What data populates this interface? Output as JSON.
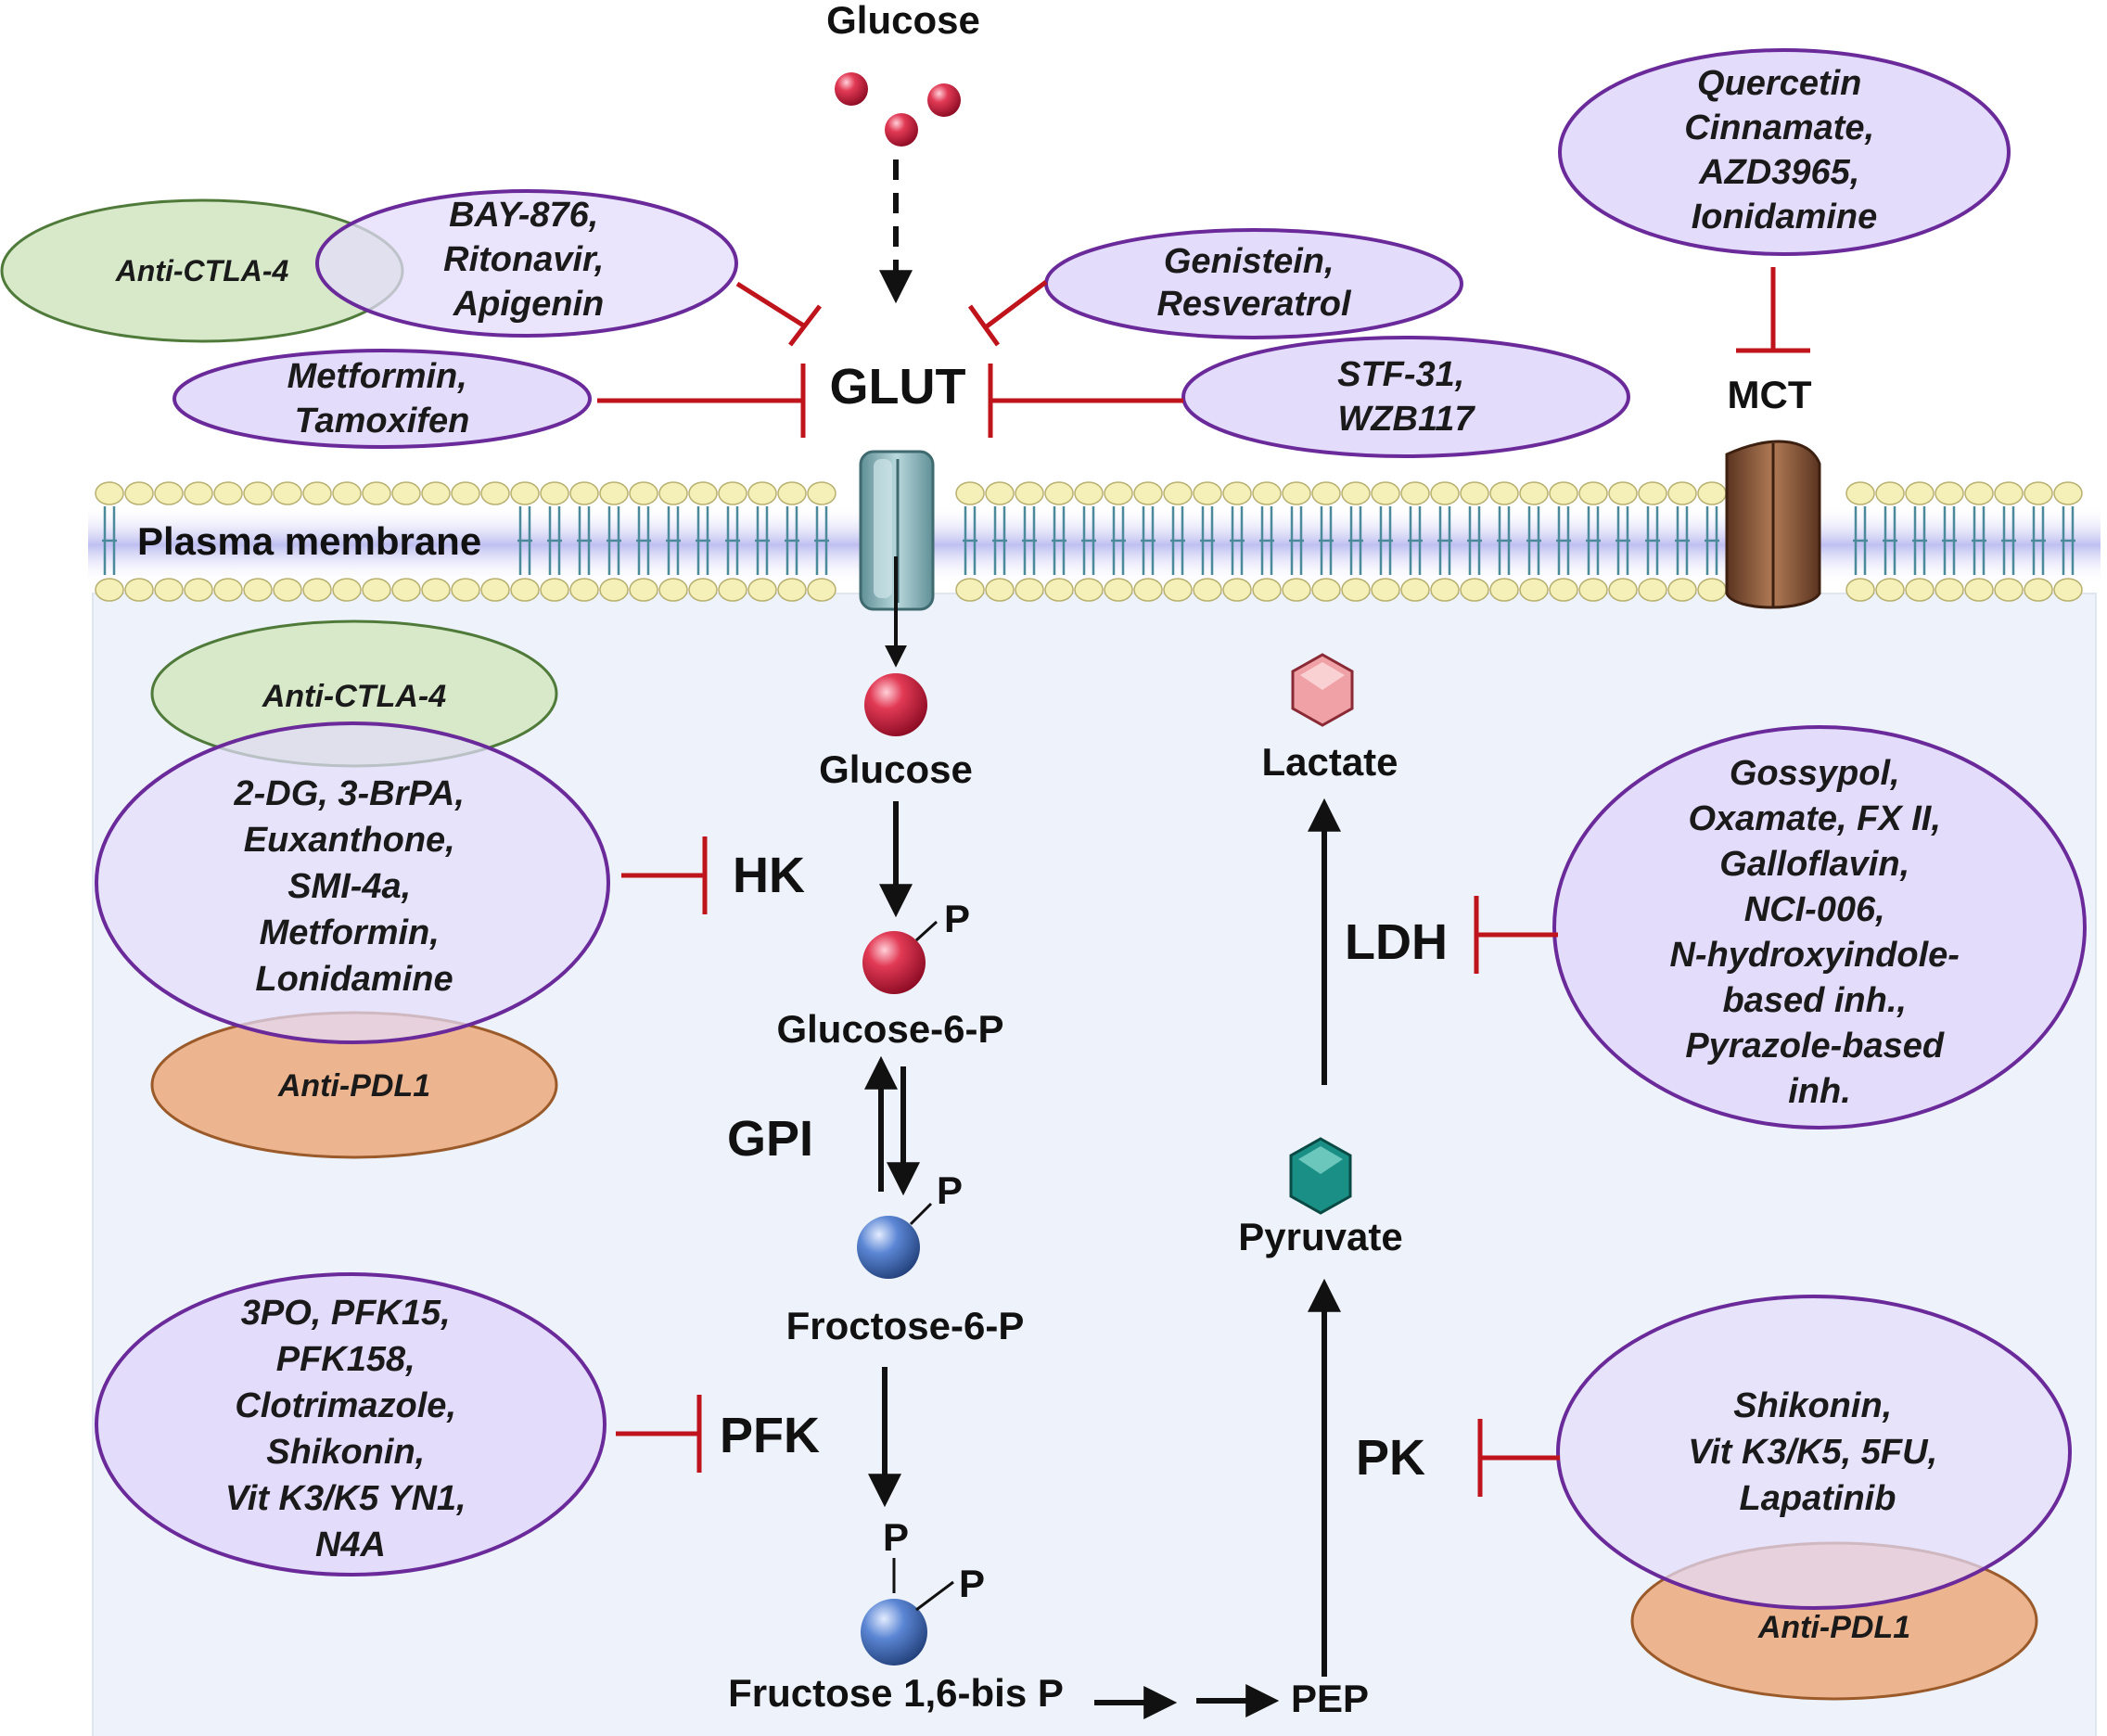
{
  "colors": {
    "cell": "#eef2fa",
    "inhibitor_fill": "#e3dcfb",
    "inhibitor_stroke": "#6a2a9a",
    "anti_ctla4_fill": "#d7e9c9",
    "anti_ctla4_stroke": "#4f7a3a",
    "anti_pdl1_fill": "#edb58f",
    "anti_pdl1_stroke": "#9a5a2a",
    "inhibition": "#c0141c",
    "glucose_red": "#d4133a",
    "phosphate_blue": "#3f6fc0",
    "lactate_pink": "#f0a1a6",
    "pyruvate_teal": "#1a8f86",
    "lipid_head": "#f4f0b8",
    "glut_channel": "#8fb8bf",
    "mct_channel": "#8a5a3c"
  },
  "labels": {
    "glucose_out": "Glucose",
    "glut": "GLUT",
    "mct": "MCT",
    "plasma_membrane": "Plasma membrane",
    "glucose_in": "Glucose",
    "glucose6p": "Glucose-6-P",
    "fructose6p": "Froctose-6-P",
    "fructose16bp": "Fructose 1,6-bis P",
    "pep": "PEP",
    "pyruvate": "Pyruvate",
    "lactate": "Lactate",
    "hk": "HK",
    "gpi": "GPI",
    "pfk": "PFK",
    "pk": "PK",
    "ldh": "LDH",
    "phosphate": "P"
  },
  "inhibitors": {
    "bay": [
      "BAY-876,",
      "Ritonavir,",
      "Apigenin"
    ],
    "genistein": [
      "Genistein,",
      "Resveratrol"
    ],
    "metformin": [
      "Metformin,",
      "Tamoxifen"
    ],
    "stf": [
      "STF-31,",
      "WZB117"
    ],
    "mct": [
      "Quercetin",
      "Cinnamate,",
      "AZD3965,",
      "Ionidamine"
    ],
    "hk": [
      "2-DG, 3-BrPA,",
      "Euxanthone,",
      "SMI-4a,",
      "Metformin,",
      "Lonidamine"
    ],
    "pfk": [
      "3PO, PFK15,",
      "PFK158,",
      "Clotrimazole,",
      "Shikonin,",
      "Vit K3/K5 YN1,",
      "N4A"
    ],
    "ldh": [
      "Gossypol,",
      "Oxamate, FX II,",
      "Galloflavin,",
      "NCI-006,",
      "N-hydroxyindole-",
      "based inh.,",
      "Pyrazole-based",
      "inh."
    ],
    "pk": [
      "Shikonin,",
      "Vit K3/K5, 5FU,",
      "Lapatinib"
    ]
  },
  "immunotherapy": {
    "anti_ctla4_top": "Anti-CTLA-4",
    "anti_ctla4_hk": "Anti-CTLA-4",
    "anti_pdl1_hk": "Anti-PDL1",
    "anti_pdl1_pk": "Anti-PDL1"
  }
}
